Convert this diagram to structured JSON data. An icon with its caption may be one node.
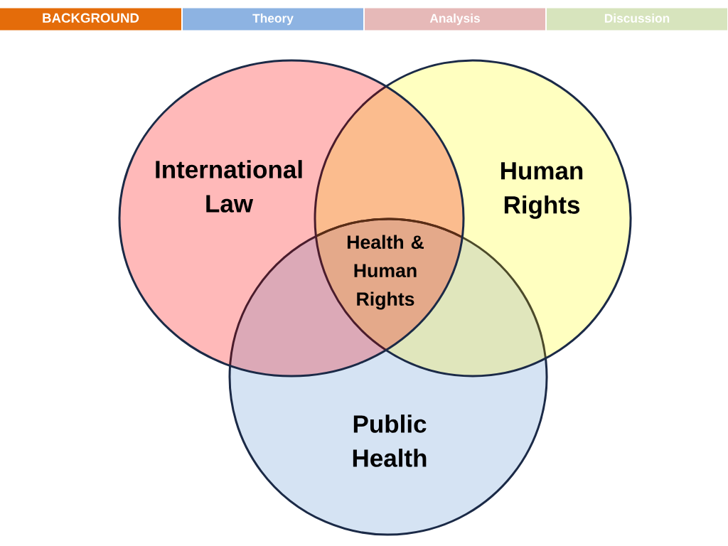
{
  "diagram": {
    "nodes": [
      {
        "text": [
          "BACKGROUND"
        ]
      },
      {
        "text": [
          "Theory"
        ]
      },
      {
        "text": [
          "Analysis"
        ]
      },
      {
        "text": [
          "Discussion"
        ]
      },
      {
        "text": [
          "International Law"
        ]
      },
      {
        "text": [
          "Human Rights"
        ]
      },
      {
        "text": [
          "Public Health"
        ]
      }
    ],
    "labels": [
      "Health & Human Rights"
    ]
  }
}
